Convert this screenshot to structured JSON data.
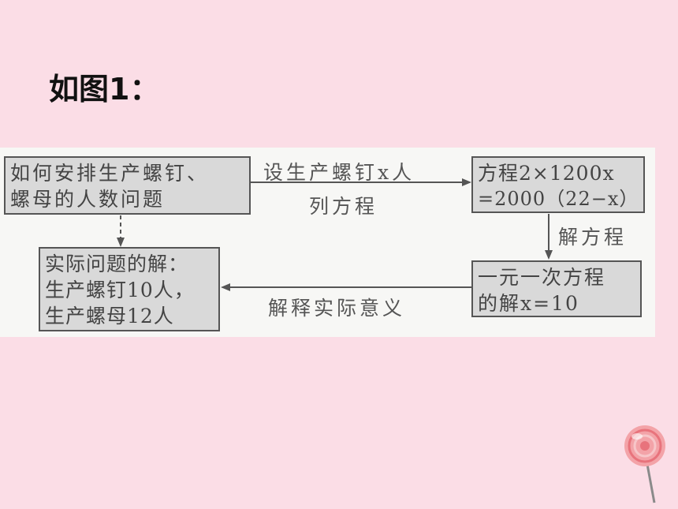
{
  "heading": "如图1：",
  "diagram": {
    "box_problem": [
      "如何安排生产螺钉、",
      "螺母的人数问题"
    ],
    "box_equation": [
      "方程2×1200x",
      "=2000（22−x）"
    ],
    "box_solution": [
      "一元一次方程",
      "的解x=10"
    ],
    "box_answer": [
      "实际问题的解：",
      "生产螺钉10人，",
      "生产螺母12人"
    ],
    "arrow_top_label_1": "设生产螺钉x人",
    "arrow_top_label_2": "列方程",
    "arrow_right_label": "解方程",
    "arrow_bottom_label": "解释实际意义"
  }
}
